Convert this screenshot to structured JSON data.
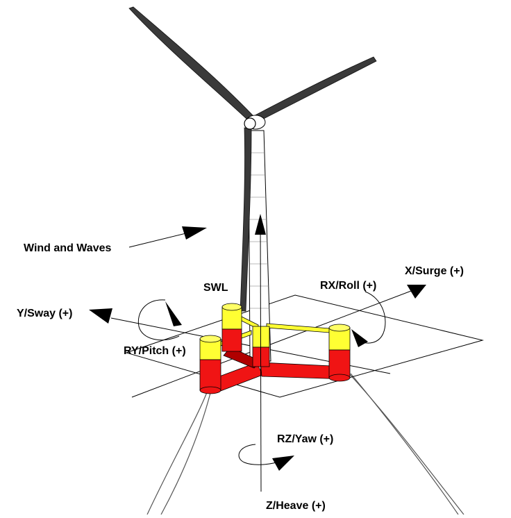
{
  "labels": {
    "wind_waves": "Wind and Waves",
    "swl": "SWL",
    "surge": "X/Surge (+)",
    "roll": "RX/Roll (+)",
    "sway": "Y/Sway (+)",
    "pitch": "RY/Pitch (+)",
    "yaw": "RZ/Yaw (+)",
    "heave": "Z/Heave (+)"
  },
  "colors": {
    "hull_red": "#f01414",
    "hull_dark_red": "#b00000",
    "column_yellow": "#ffff33",
    "blade": "#333333",
    "line": "#000000"
  }
}
